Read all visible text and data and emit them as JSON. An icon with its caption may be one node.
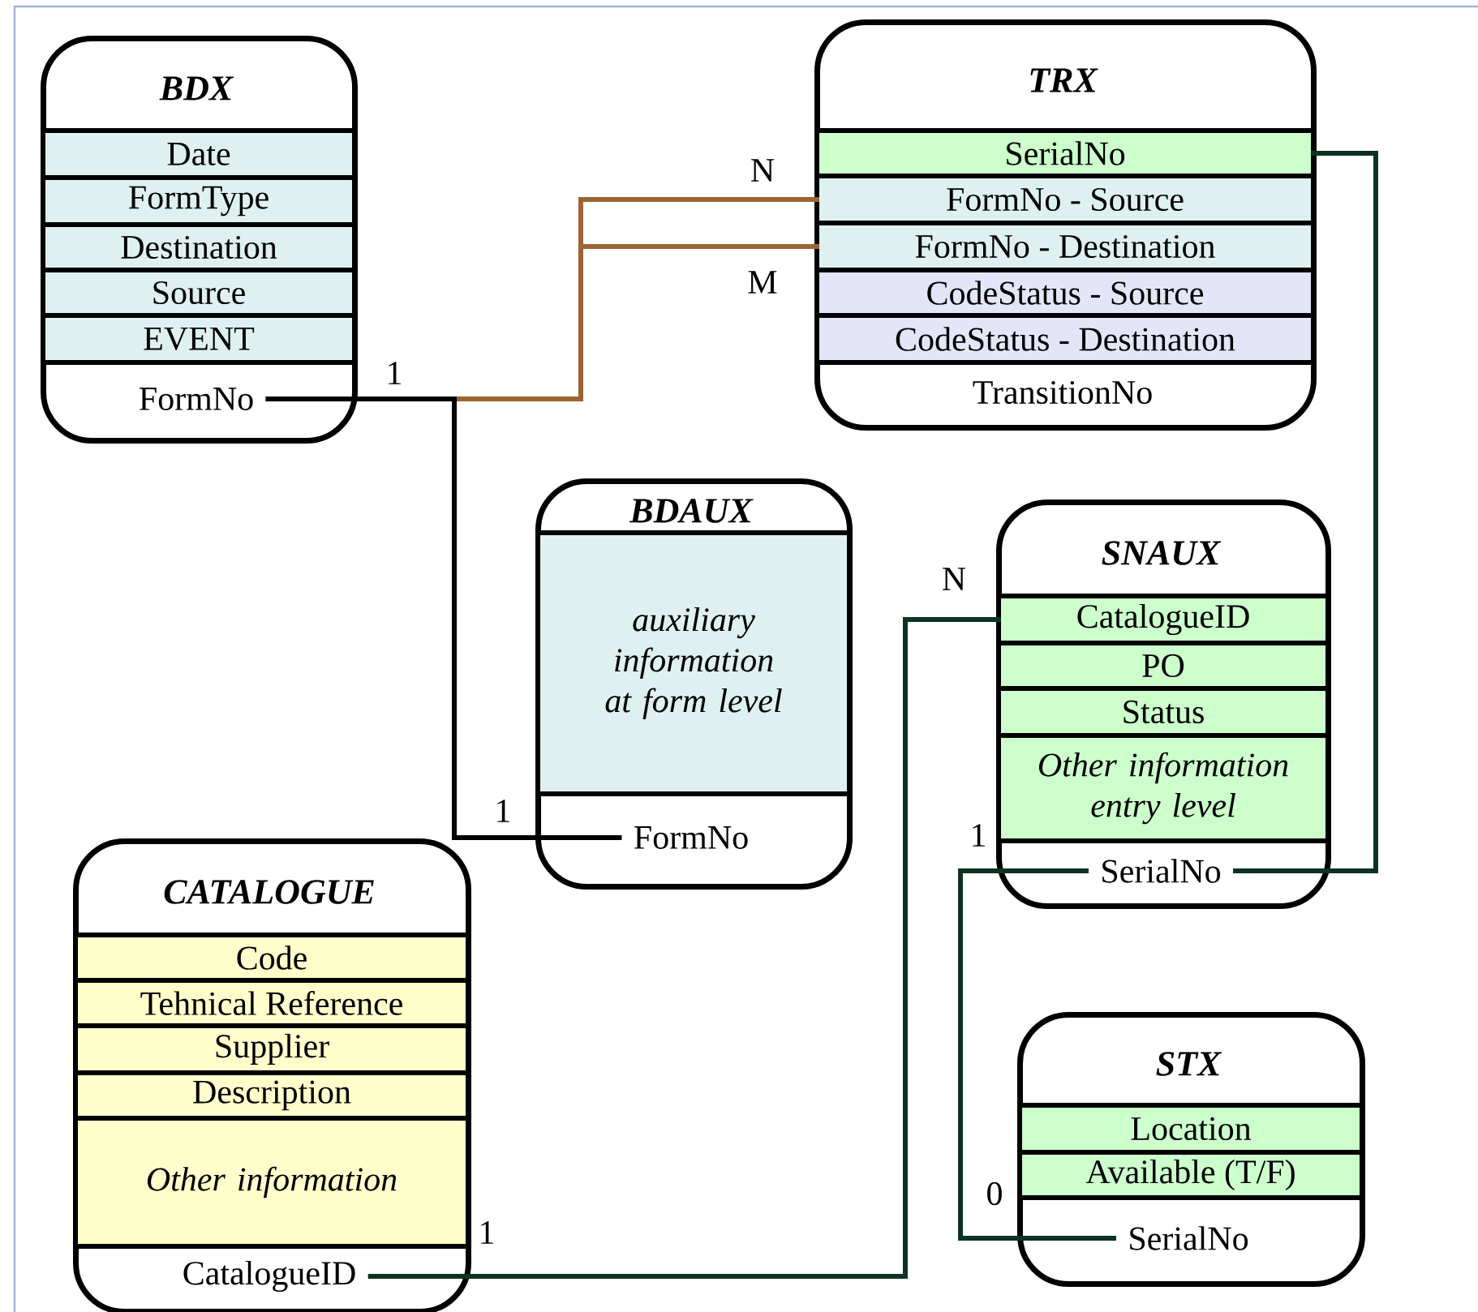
{
  "diagram": {
    "nodes": [
      {
        "text": [
          "BDX"
        ]
      },
      {
        "text": [
          "Date"
        ],
        "in": 0
      },
      {
        "text": [
          "FormType"
        ],
        "in": 0
      },
      {
        "text": [
          "Destination"
        ],
        "in": 0
      },
      {
        "text": [
          "Source"
        ],
        "in": 0
      },
      {
        "text": [
          "EVENT"
        ],
        "in": 0
      },
      {
        "text": [
          "FormNo"
        ],
        "in": 0
      },
      {
        "text": [
          "TRX"
        ]
      },
      {
        "text": [
          "SerialNo"
        ],
        "in": 7
      },
      {
        "text": [
          "FormNo - Source"
        ],
        "in": 7
      },
      {
        "text": [
          "FormNo - Destination"
        ],
        "in": 7
      },
      {
        "text": [
          "CodeStatus - Source"
        ],
        "in": 7
      },
      {
        "text": [
          "CodeStatus - Destination"
        ],
        "in": 7
      },
      {
        "text": [
          "TransitionNo"
        ],
        "in": 7
      },
      {
        "text": [
          "BDAUX"
        ]
      },
      {
        "text": [
          "auxiliary information at form level"
        ],
        "in": 14
      },
      {
        "text": [
          "FormNo"
        ],
        "in": 14
      },
      {
        "text": [
          "SNAUX"
        ]
      },
      {
        "text": [
          "CatalogueID"
        ],
        "in": 17
      },
      {
        "text": [
          "PO"
        ],
        "in": 17
      },
      {
        "text": [
          "Status"
        ],
        "in": 17
      },
      {
        "text": [
          "Other information entry level"
        ],
        "in": 17
      },
      {
        "text": [
          "SerialNo"
        ],
        "in": 17
      },
      {
        "text": [
          "CATALOGUE"
        ]
      },
      {
        "text": [
          "Code"
        ],
        "in": 23
      },
      {
        "text": [
          "Tehnical Reference"
        ],
        "in": 23
      },
      {
        "text": [
          "Supplier"
        ],
        "in": 23
      },
      {
        "text": [
          "Description"
        ],
        "in": 23
      },
      {
        "text": [
          "Other information"
        ],
        "in": 23
      },
      {
        "text": [
          "CatalogueID"
        ],
        "in": 23
      },
      {
        "text": [
          "STX"
        ]
      },
      {
        "text": [
          "Location"
        ],
        "in": 30
      },
      {
        "text": [
          "Available (T/F)"
        ],
        "in": 30
      },
      {
        "text": [
          "SerialNo"
        ],
        "in": 30
      }
    ],
    "edges": [
      {
        "from": 6,
        "to": 9,
        "arrow": "none",
        "color": "#9c6433"
      },
      {
        "from": 6,
        "to": 10,
        "arrow": "none",
        "color": "#9c6433"
      },
      {
        "from": 6,
        "to": 16,
        "arrow": "none",
        "color": "#000000"
      },
      {
        "from": 8,
        "to": 22,
        "arrow": "none",
        "color": "#0d3320"
      },
      {
        "from": 29,
        "to": 18,
        "arrow": "none",
        "color": "#0d3320"
      },
      {
        "from": 22,
        "to": 33,
        "arrow": "none",
        "color": "#0d3320"
      }
    ],
    "labels": [
      "N",
      "M",
      "1",
      "N",
      "1",
      "1",
      "0",
      "1"
    ]
  }
}
